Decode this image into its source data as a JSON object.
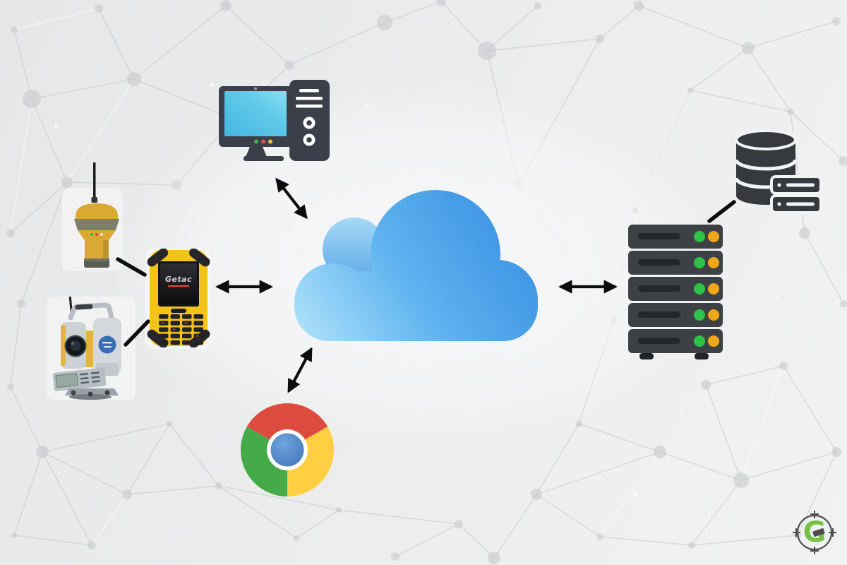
{
  "background": {
    "style": "light gray with connected-dots network pattern",
    "base_color": "#ebecec",
    "pattern_color": "#c9cacb"
  },
  "nodes": {
    "computer": {
      "icon": "desktop-computer-icon",
      "body_color": "#3a3f4a",
      "screen_color": "#5fc9e9"
    },
    "gnss_receiver": {
      "icon": "gnss-receiver-icon",
      "body_color": "#d9a933",
      "band_color": "#7b7f6c"
    },
    "handheld": {
      "icon": "rugged-handheld-icon",
      "screen_text": "Getac",
      "body_color": "#f3c318",
      "screen_underline_color": "#e0452c"
    },
    "total_station": {
      "icon": "total-station-icon",
      "body_color": "#ccd1d7",
      "accent_color": "#e2b53e",
      "logo_color": "#3a6db6"
    },
    "cloud": {
      "icon": "cloud-icon",
      "color_top": "#3990e1",
      "color_bottom": "#aadff9"
    },
    "browser": {
      "icon": "chrome-browser-icon",
      "red": "#dd4b3e",
      "yellow": "#ffce41",
      "green": "#45ab49",
      "blue": "#4e86c6"
    },
    "server": {
      "icon": "server-rack-icon",
      "units": 5,
      "led_green": "#2fc248",
      "led_amber": "#f0a61c",
      "body_color": "#3d4145"
    },
    "database": {
      "icon": "database-icon",
      "color": "#36393d"
    }
  },
  "edges": [
    {
      "from": "computer",
      "to": "cloud",
      "type": "double-arrow"
    },
    {
      "from": "handheld",
      "to": "cloud",
      "type": "double-arrow"
    },
    {
      "from": "cloud",
      "to": "server",
      "type": "double-arrow"
    },
    {
      "from": "cloud",
      "to": "browser",
      "type": "double-arrow"
    },
    {
      "from": "gnss_receiver",
      "to": "handheld",
      "type": "line"
    },
    {
      "from": "total_station",
      "to": "handheld",
      "type": "line"
    },
    {
      "from": "server",
      "to": "database",
      "type": "line"
    }
  ],
  "watermark": {
    "letter": "G",
    "color": "#76c043",
    "ring_color": "#4d4d4d"
  }
}
